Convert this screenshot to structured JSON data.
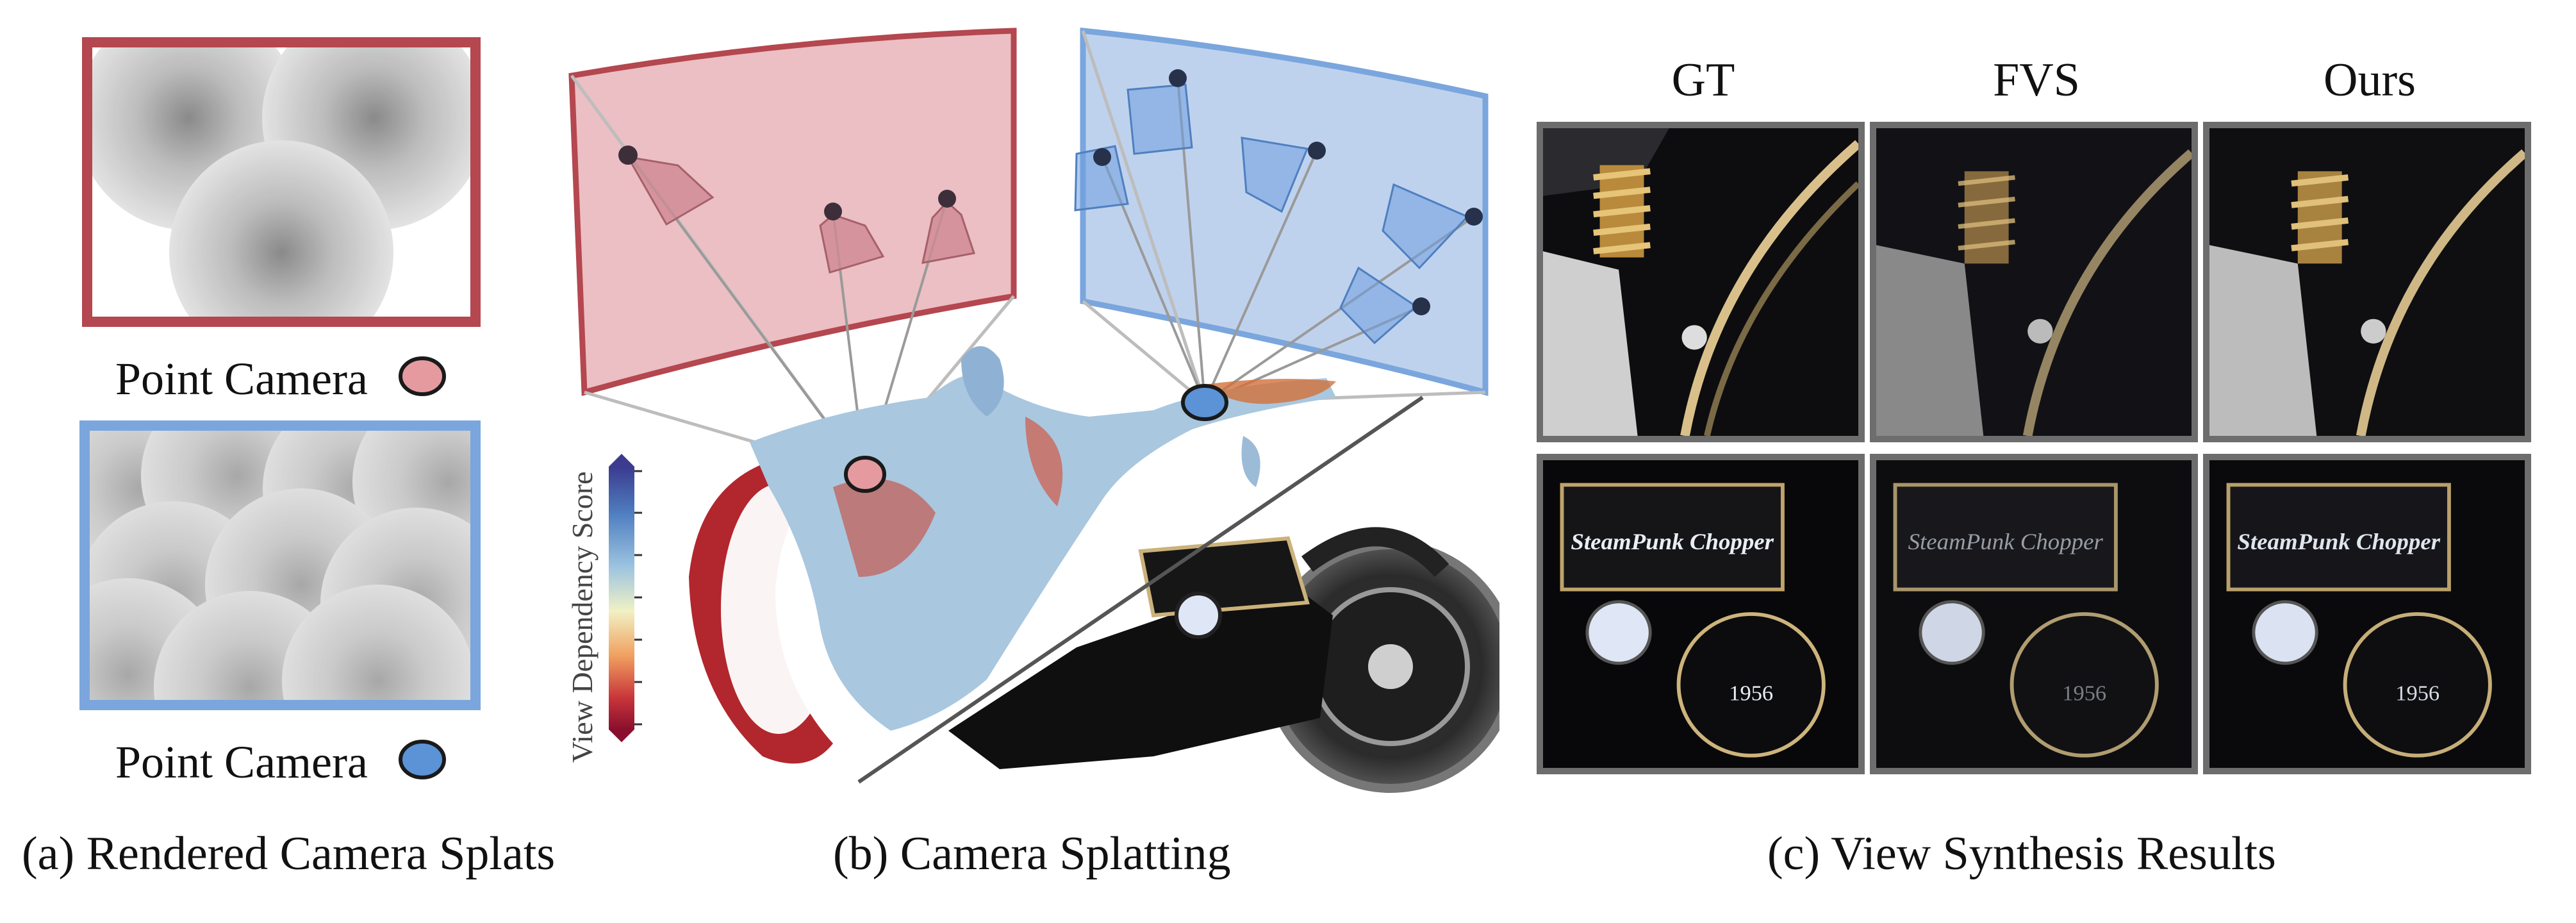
{
  "panel_a": {
    "top_label": "Point Camera",
    "bottom_label": "Point Camera",
    "caption": "(a) Rendered Camera Splats",
    "colors": {
      "red_frame": "#b4474f",
      "blue_frame": "#7aa6dd",
      "red_dot": "#e59aa0",
      "blue_dot": "#5b93d6"
    }
  },
  "panel_b": {
    "caption": "(b) Camera Splatting",
    "colorbar_label": "View Dependency Score",
    "colors": {
      "red_plane": "#e8b4b9",
      "blue_plane": "#b6cceb"
    }
  },
  "panel_c": {
    "caption": "(c) View Synthesis Results",
    "columns": [
      "GT",
      "FVS",
      "Ours"
    ],
    "badge_text": "SteamPunk Chopper",
    "year_text": "1956"
  }
}
